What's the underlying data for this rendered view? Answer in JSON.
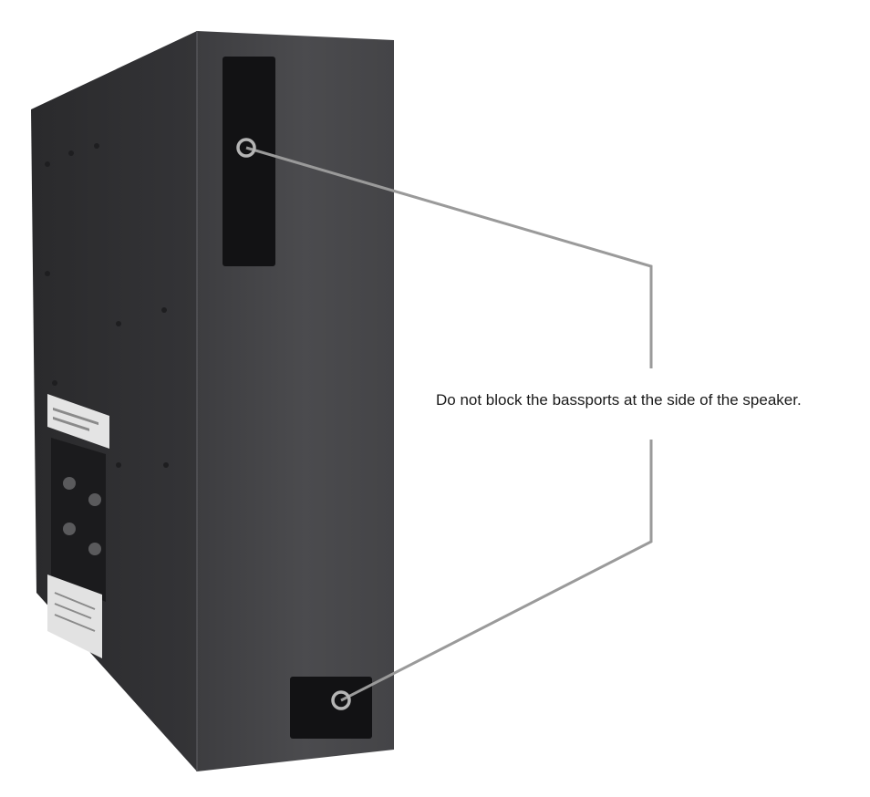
{
  "callout": {
    "text": "Do not block the bassports at the side of the speaker."
  },
  "colors": {
    "cabinet_side": "#4a4a4c",
    "cabinet_back": "#2f2f31",
    "port_opening": "#111112",
    "leader_line": "#9a9a9a",
    "label_panel": "#e6e6e6",
    "text": "#1a1a1a"
  },
  "icons": {
    "pointer_marker": "hollow-ring",
    "cabinet": "speaker-cabinet"
  }
}
